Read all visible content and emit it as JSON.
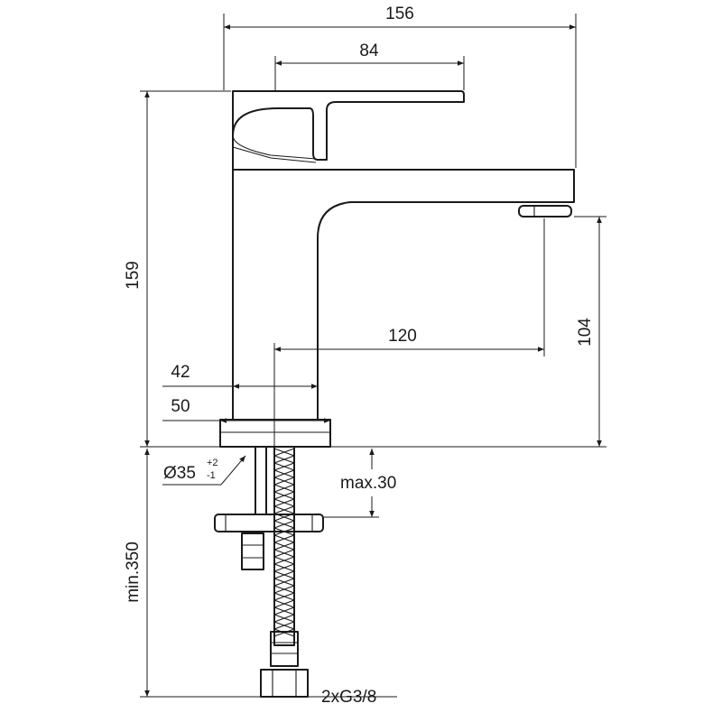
{
  "dimensions": {
    "overall_width": "156",
    "lever_length": "84",
    "overall_height": "159",
    "spout_reach": "120",
    "outlet_height": "104",
    "body_width": "42",
    "base_width": "50",
    "hole_diameter": "Ø35",
    "hole_tolerance_plus": "+2",
    "hole_tolerance_minus": "-1",
    "max_deck_thickness": "max.30",
    "min_hose_length": "min.350",
    "connections": "2xG3/8"
  }
}
